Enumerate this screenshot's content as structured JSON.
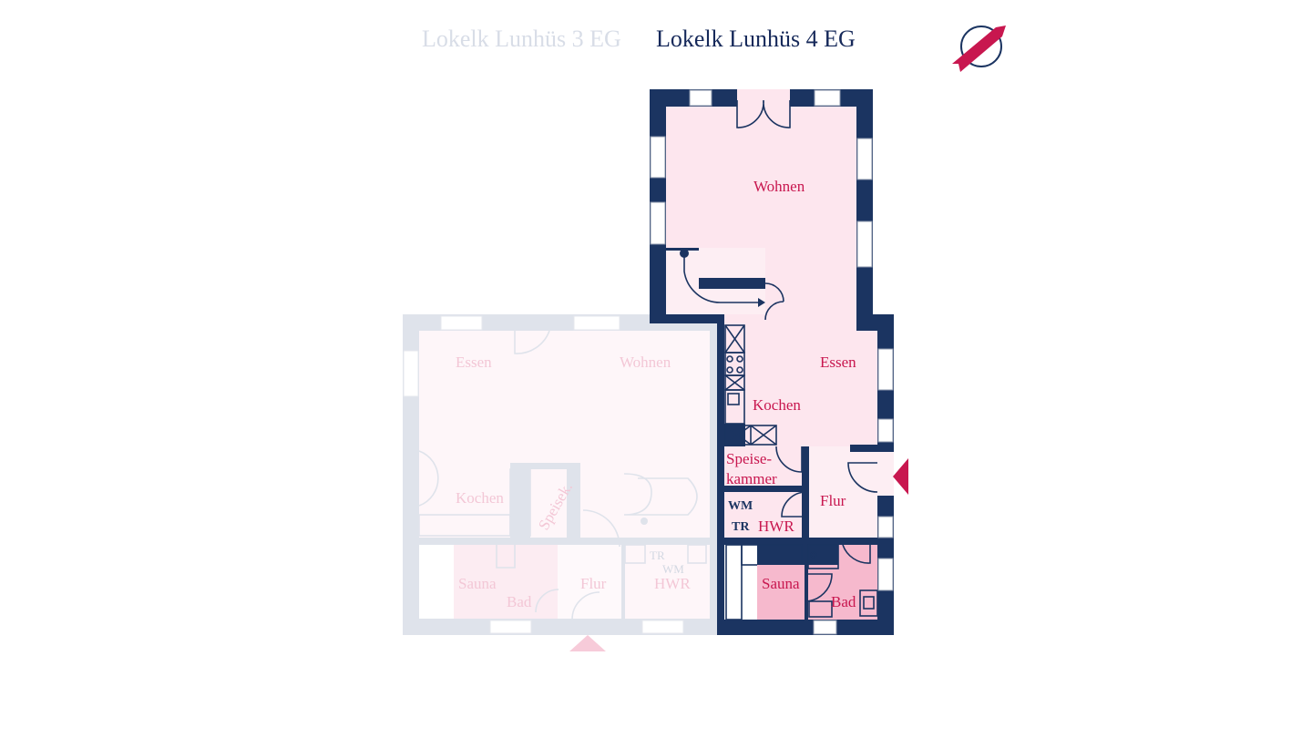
{
  "header": {
    "tabs": [
      {
        "label": "Lokelk Lunhüs 3 EG",
        "active": false
      },
      {
        "label": "Lokelk Lunhüs 4 EG",
        "active": true
      }
    ],
    "logo": "ribbon-circle-logo"
  },
  "unit_3": {
    "rooms": {
      "essen": "Essen",
      "wohnen": "Wohnen",
      "kochen": "Kochen",
      "speisek": "Speisek.",
      "sauna": "Sauna",
      "bad": "Bad",
      "flur": "Flur",
      "hwr": "HWR",
      "tr": "TR",
      "wm": "WM"
    }
  },
  "unit_4": {
    "rooms": {
      "wohnen": "Wohnen",
      "essen": "Essen",
      "kochen": "Kochen",
      "speise1": "Speise-",
      "speise2": "kammer",
      "flur": "Flur",
      "hwr": "HWR",
      "wm": "WM",
      "tr": "TR",
      "sauna": "Sauna",
      "bad": "Bad"
    }
  },
  "colors": {
    "navy": "#1b3461",
    "accent": "#c8174f",
    "room_fill": "#fde6ee",
    "wet_fill": "#f6b9cd"
  }
}
